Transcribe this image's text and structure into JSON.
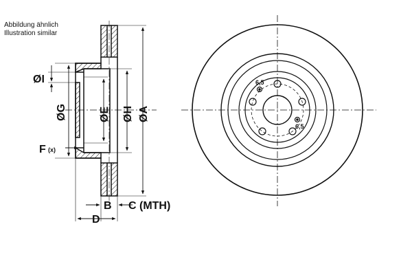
{
  "caption": {
    "line1": "Abbildung ähnlich",
    "line2": "Illustration similar"
  },
  "side_view": {
    "labels": {
      "I": "ØI",
      "G": "ØG",
      "E": "ØE",
      "H": "ØH",
      "A": "ØA",
      "F": "F",
      "F_sub": "(x)",
      "B": "B",
      "C": "C (MTH)",
      "D": "D"
    }
  },
  "front_view": {
    "labels": {
      "hole_top": "6,5",
      "hole_right": "6,5"
    }
  }
}
